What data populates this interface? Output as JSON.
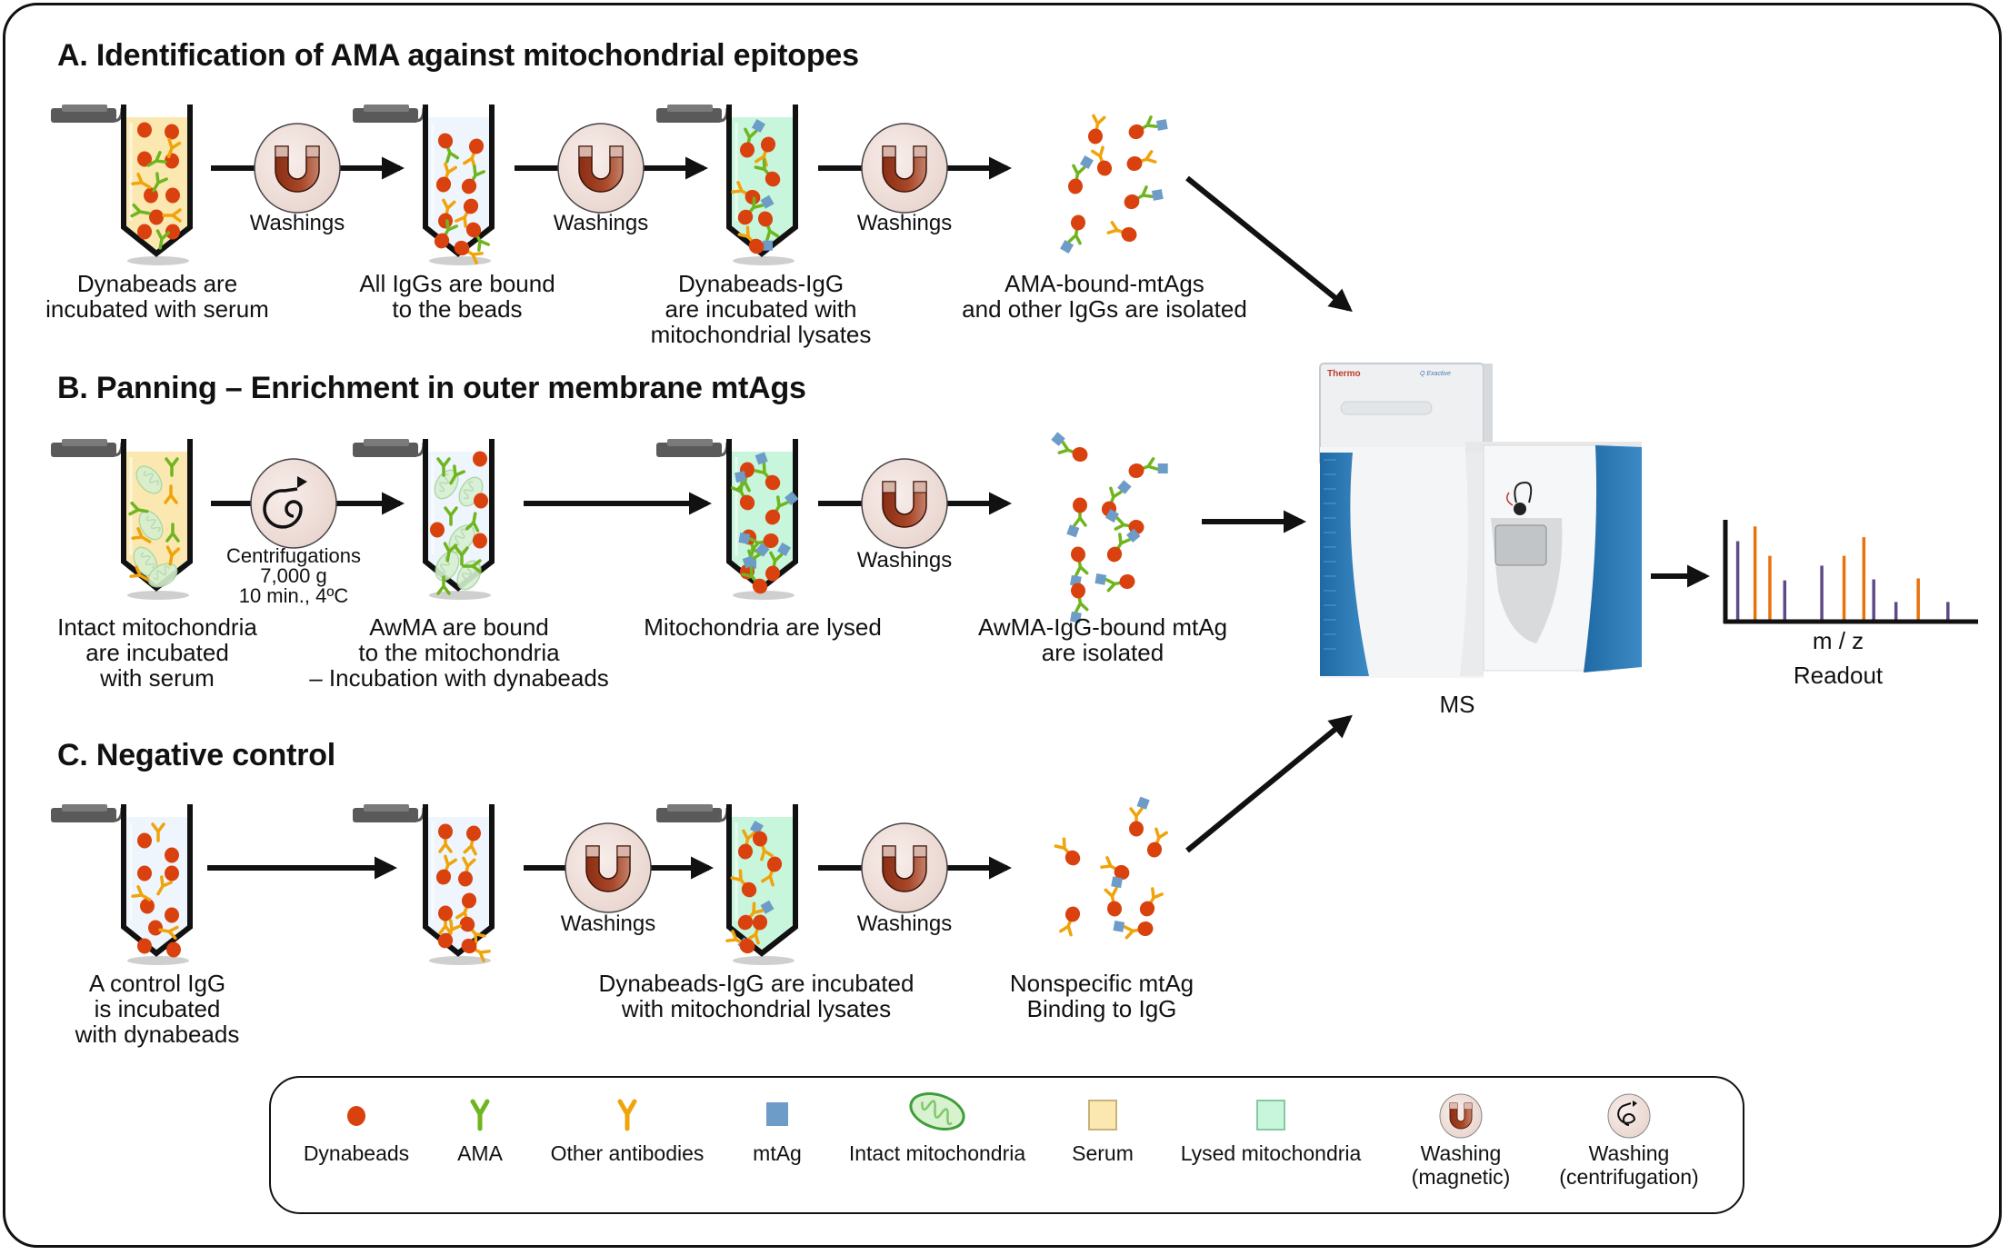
{
  "sections": {
    "a": {
      "title": "A. Identification of AMA against mitochondrial epitopes",
      "captions": [
        "Dynabeads are\nincubated with serum",
        "All IgGs are bound\nto the beads",
        "Dynabeads-IgG\nare incubated with\nmitochondrial lysates",
        "AMA-bound-mtAgs\nand other IgGs are isolated"
      ],
      "step_labels": [
        "Washings",
        "Washings",
        "Washings"
      ]
    },
    "b": {
      "title": "B. Panning – Enrichment in outer membrane mtAgs",
      "captions": [
        "Intact mitochondria\nare incubated\nwith serum",
        "AwMA are bound\nto the mitochondria\n– Incubation with dynabeads",
        "Mitochondria are lysed",
        "AwMA-IgG-bound mtAg\nare isolated"
      ],
      "step_labels": [
        "Centrifugations\n7,000 g\n10 min., 4ºC",
        "Washings"
      ]
    },
    "c": {
      "title": "C. Negative control",
      "captions": [
        "A control IgG\nis incubated\nwith dynabeads",
        "Dynabeads-IgG are incubated\nwith mitochondrial lysates",
        "Nonspecific mtAg\nBinding to IgG"
      ],
      "step_labels": [
        "Washings",
        "Washings"
      ]
    }
  },
  "instrument": {
    "label": "MS",
    "brand": "Thermo",
    "model": "Q Exactive"
  },
  "readout": {
    "xlabel": "m / z",
    "label": "Readout",
    "peaks": [
      {
        "series": "purple",
        "height": 0.82
      },
      {
        "series": "orange",
        "height": 0.97
      },
      {
        "series": "orange",
        "height": 0.67
      },
      {
        "series": "purple",
        "height": 0.42
      },
      {
        "series": "purple",
        "height": 0.57
      },
      {
        "series": "orange",
        "height": 0.67
      },
      {
        "series": "orange",
        "height": 0.86
      },
      {
        "series": "purple",
        "height": 0.43
      },
      {
        "series": "purple",
        "height": 0.2
      },
      {
        "series": "orange",
        "height": 0.44
      },
      {
        "series": "purple",
        "height": 0.2
      }
    ],
    "peak_positions": [
      0.05,
      0.12,
      0.18,
      0.24,
      0.39,
      0.48,
      0.56,
      0.6,
      0.69,
      0.78,
      0.9
    ]
  },
  "legend": {
    "items": [
      {
        "label": "Dynabeads",
        "icon": "dynabead-icon"
      },
      {
        "label": "AMA",
        "icon": "ama-antibody-icon"
      },
      {
        "label": "Other antibodies",
        "icon": "other-antibody-icon"
      },
      {
        "label": "mtAg",
        "icon": "mtag-icon"
      },
      {
        "label": "Intact mitochondria",
        "icon": "mitochondrion-icon"
      },
      {
        "label": "Serum",
        "icon": "serum-swatch-icon"
      },
      {
        "label": "Lysed mitochondria",
        "icon": "lysed-swatch-icon"
      },
      {
        "label": "Washing\n(magnetic)",
        "icon": "magnet-icon"
      },
      {
        "label": "Washing\n(centrifugation)",
        "icon": "centrifuge-icon"
      }
    ]
  },
  "colors": {
    "dynabead": "#d9420f",
    "ama": "#6fb51f",
    "other_antibody": "#f0a30a",
    "mtag": "#6e9cc8",
    "serum": "#fbe8b0",
    "lysed": "#c8f6dc",
    "tube_liquid_clear": "#eef5fc",
    "magnet": "#9a3a1c",
    "wash_circle": "#f2e2dd",
    "ms_blue": "#2f7ab5",
    "peak_purple": "#5d4a86",
    "peak_orange": "#e8720c"
  }
}
